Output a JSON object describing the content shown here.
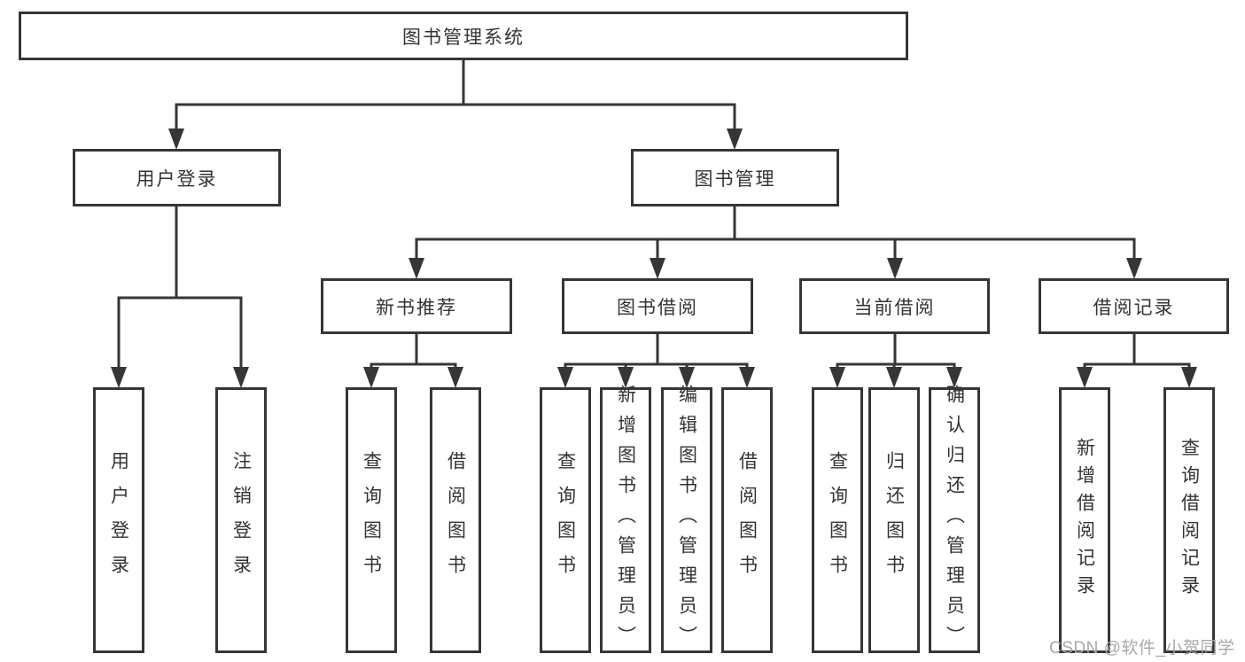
{
  "nodes": {
    "root": "图书管理系统",
    "user_login": "用户登录",
    "book_mgmt": "图书管理",
    "new_book_rec": "新书推荐",
    "book_borrow": "图书借阅",
    "current_borrow": "当前借阅",
    "borrow_record": "借阅记录",
    "leaf_user_login": "用户登录",
    "leaf_logout": "注销登录",
    "leaf_query_book_rec": "查询图书",
    "leaf_borrow_book_rec": "借阅图书",
    "leaf_query_book_borrow": "查询图书",
    "leaf_add_book": "新增图书（管理员）",
    "leaf_edit_book": "编辑图书（管理员）",
    "leaf_borrow_book_borrow": "借阅图书",
    "leaf_query_book_current": "查询图书",
    "leaf_return_book": "归还图书",
    "leaf_confirm_return": "确认归还（管理员）",
    "leaf_add_record": "新增借阅记录",
    "leaf_query_record": "查询借阅记录"
  },
  "watermark": {
    "text": "CSDN @软件_小贺同学"
  },
  "colors": {
    "line": "#363636",
    "text": "#333333",
    "watermark": "#a8a8a8",
    "background": "#ffffff"
  }
}
